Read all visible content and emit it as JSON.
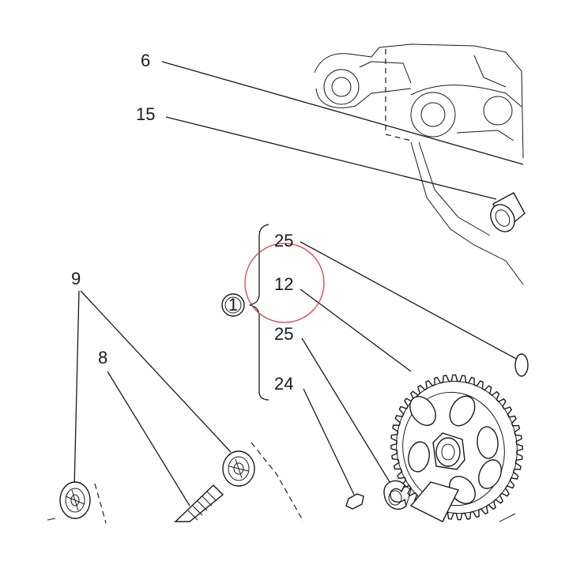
{
  "callouts": {
    "c6": "6",
    "c15": "15",
    "c25_top": "25",
    "c12": "12",
    "c25_mid": "25",
    "c24": "24",
    "c9": "9",
    "c8": "8"
  },
  "group_marker": "1",
  "colors": {
    "line": "#1a1a1a",
    "highlight_circle": "#d9434a",
    "background": "#ffffff"
  }
}
